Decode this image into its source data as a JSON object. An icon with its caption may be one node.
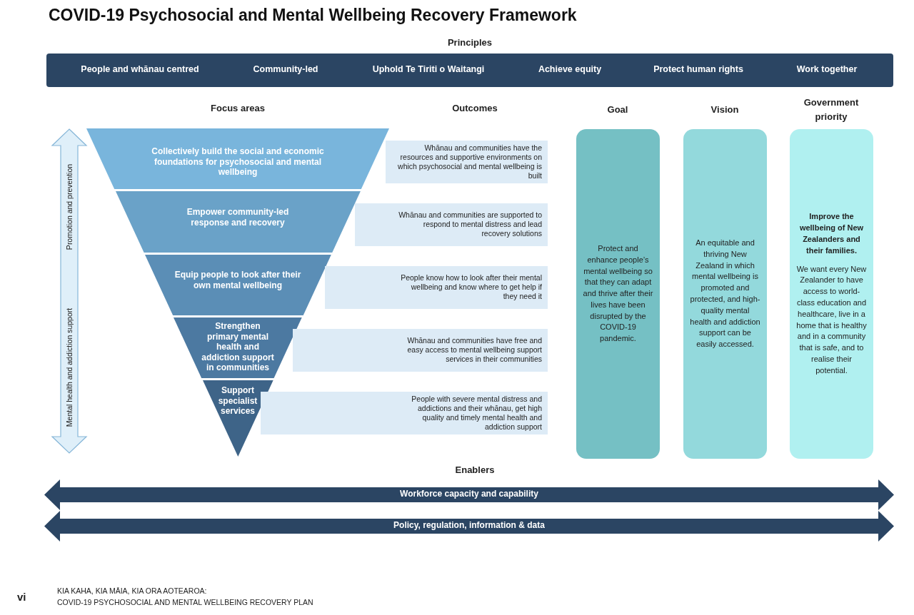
{
  "diagram": {
    "title": "COVID-19 Psychosocial and Mental Wellbeing Recovery Framework",
    "nodes": [
      {
        "text": [
          "Principles",
          "People and whānau centred",
          "Community-led",
          "Uphold Te Tiriti o Waitangi",
          "Achieve equity",
          "Protect human rights",
          "Work together"
        ]
      },
      {
        "text": [
          "Promotion and prevention",
          "Mental health and addiction support"
        ]
      },
      {
        "text": [
          "Collectively build the social and economic foundations for psychosocial and mental wellbeing"
        ]
      },
      {
        "text": [
          "Empower community-led response and recovery"
        ]
      },
      {
        "text": [
          "Equip people to look after their own mental wellbeing"
        ]
      },
      {
        "text": [
          "Strengthen primary mental health and addiction support in communities"
        ]
      },
      {
        "text": [
          "Support specialist services"
        ]
      },
      {
        "text": [
          "Whānau and communities have the resources and supportive environments on which psychosocial and mental wellbeing is built"
        ]
      },
      {
        "text": [
          "Whānau and communities are supported to respond to mental distress and lead recovery solutions"
        ]
      },
      {
        "text": [
          "People know how to look after their mental wellbeing and know where to get help if they need it"
        ]
      },
      {
        "text": [
          "Whānau and communities have free and easy access to mental wellbeing support services in their communities"
        ]
      },
      {
        "text": [
          "People with severe mental distress and addictions and their whānau, get high quality and timely mental health and addiction support"
        ]
      },
      {
        "text": [
          "Goal",
          "Protect and enhance people’s mental wellbeing so that they can adapt and thrive after their lives have been disrupted by the COVID-19 pandemic."
        ]
      },
      {
        "text": [
          "Vision",
          "An equitable and thriving New Zealand in which mental wellbeing is promoted and protected, and high-quality mental health and addiction support can be easily accessed."
        ]
      },
      {
        "text": [
          "Government priority",
          "Improve the wellbeing of New Zealanders and their families.",
          "We want every New Zealander to have access to world-class education and healthcare, live in a home that is healthy and in a community that is safe, and to realise their potential."
        ]
      },
      {
        "text": [
          "Workforce capacity and capability"
        ]
      },
      {
        "text": [
          "Policy, regulation, information & data"
        ]
      }
    ],
    "labels": [
      "Focus areas",
      "Outcomes",
      "Enablers",
      "vi",
      "KIA KAHA, KIA MĀIA, KIA ORA AOTEAROA:",
      "COVID-19 PSYCHOSOCIAL AND MENTAL WELLBEING RECOVERY PLAN"
    ]
  }
}
